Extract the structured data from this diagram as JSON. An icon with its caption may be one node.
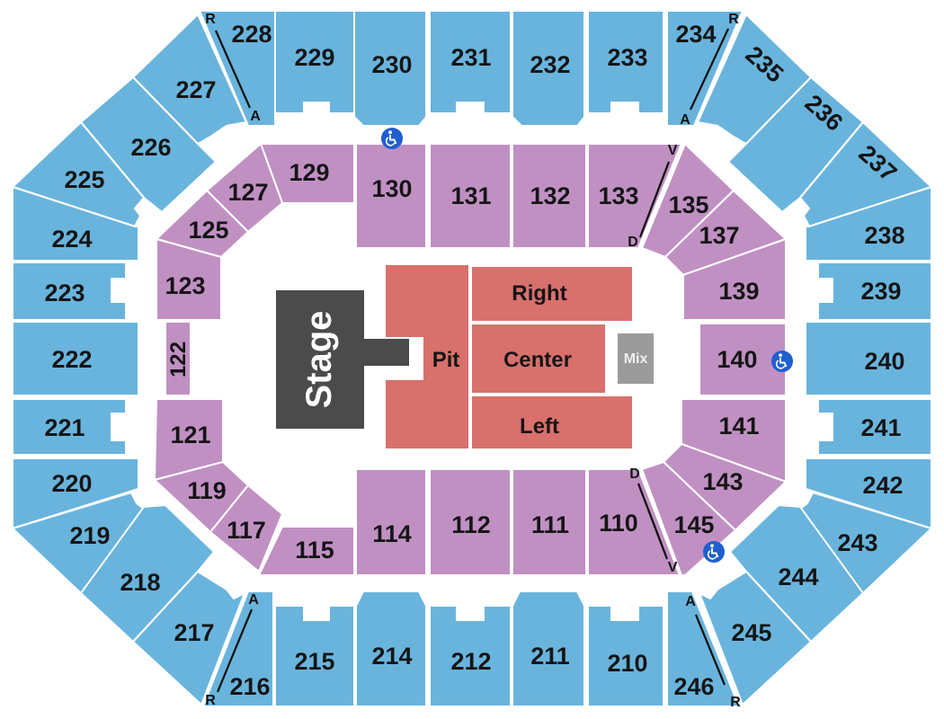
{
  "diagram": {
    "nodes": [
      {
        "text": [
          "228"
        ]
      },
      {
        "text": [
          "229"
        ]
      },
      {
        "text": [
          "230"
        ]
      },
      {
        "text": [
          "231"
        ]
      },
      {
        "text": [
          "232"
        ]
      },
      {
        "text": [
          "233"
        ]
      },
      {
        "text": [
          "234"
        ]
      },
      {
        "text": [
          "227"
        ]
      },
      {
        "text": [
          "235"
        ]
      },
      {
        "text": [
          "226"
        ]
      },
      {
        "text": [
          "236"
        ]
      },
      {
        "text": [
          "129"
        ]
      },
      {
        "text": [
          "130"
        ]
      },
      {
        "text": [
          "131"
        ]
      },
      {
        "text": [
          "132"
        ]
      },
      {
        "text": [
          "133"
        ]
      },
      {
        "text": [
          "127"
        ]
      },
      {
        "text": [
          "135"
        ]
      },
      {
        "text": [
          "225"
        ]
      },
      {
        "text": [
          "237"
        ]
      },
      {
        "text": [
          "125"
        ]
      },
      {
        "text": [
          "137"
        ]
      },
      {
        "text": [
          "224"
        ]
      },
      {
        "text": [
          "238"
        ]
      },
      {
        "text": [
          "123"
        ]
      },
      {
        "text": [
          "139"
        ]
      },
      {
        "text": [
          "223"
        ]
      },
      {
        "text": [
          "239"
        ]
      },
      {
        "text": [
          "222"
        ]
      },
      {
        "text": [
          "122"
        ]
      },
      {
        "text": [
          "Stage"
        ]
      },
      {
        "text": [
          "Pit"
        ]
      },
      {
        "text": [
          "Right"
        ]
      },
      {
        "text": [
          "Center"
        ]
      },
      {
        "text": [
          "Mix"
        ]
      },
      {
        "text": [
          "Left"
        ]
      },
      {
        "text": [
          "140"
        ]
      },
      {
        "text": [
          "240"
        ]
      },
      {
        "text": [
          "121"
        ]
      },
      {
        "text": [
          "141"
        ]
      },
      {
        "text": [
          "221"
        ]
      },
      {
        "text": [
          "241"
        ]
      },
      {
        "text": [
          "119"
        ]
      },
      {
        "text": [
          "143"
        ]
      },
      {
        "text": [
          "220"
        ]
      },
      {
        "text": [
          "242"
        ]
      },
      {
        "text": [
          "117"
        ]
      },
      {
        "text": [
          "145"
        ]
      },
      {
        "text": [
          "219"
        ]
      },
      {
        "text": [
          "243"
        ]
      },
      {
        "text": [
          "115"
        ]
      },
      {
        "text": [
          "114"
        ]
      },
      {
        "text": [
          "112"
        ]
      },
      {
        "text": [
          "111"
        ]
      },
      {
        "text": [
          "110"
        ]
      },
      {
        "text": [
          "218"
        ]
      },
      {
        "text": [
          "244"
        ]
      },
      {
        "text": [
          "217"
        ]
      },
      {
        "text": [
          "245"
        ]
      },
      {
        "text": [
          "216"
        ]
      },
      {
        "text": [
          "215"
        ]
      },
      {
        "text": [
          "214"
        ]
      },
      {
        "text": [
          "212"
        ]
      },
      {
        "text": [
          "211"
        ]
      },
      {
        "text": [
          "210"
        ]
      },
      {
        "text": [
          "246"
        ]
      }
    ],
    "labels": [
      "R",
      "R",
      "A",
      "A",
      "V",
      "D",
      "D",
      "V",
      "A",
      "A",
      "R",
      "R"
    ]
  }
}
